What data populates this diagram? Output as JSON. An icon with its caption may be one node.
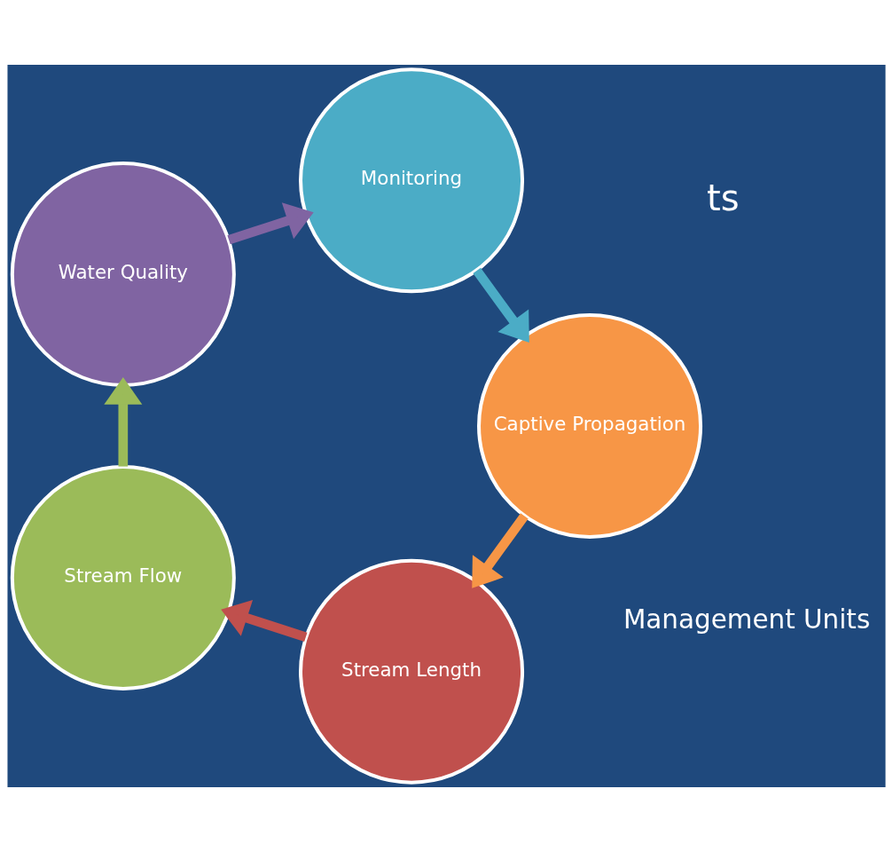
{
  "diagram": {
    "nodes": [
      {
        "text": [
          "Stream Length"
        ]
      },
      {
        "text": [
          "Stream Flow"
        ]
      },
      {
        "text": [
          "Water Quality"
        ]
      },
      {
        "text": [
          "Monitoring"
        ]
      },
      {
        "text": [
          "Captive Propagation"
        ]
      }
    ],
    "edges": [
      {
        "from": 0,
        "to": 1,
        "arrow": "to",
        "color": "#c0504d"
      },
      {
        "from": 1,
        "to": 2,
        "arrow": "to",
        "color": "#9bbb59"
      },
      {
        "from": 2,
        "to": 3,
        "arrow": "to",
        "color": "#8064a2"
      },
      {
        "from": 3,
        "to": 4,
        "arrow": "to",
        "color": "#4bacc6"
      },
      {
        "from": 4,
        "to": 0,
        "arrow": "to",
        "color": "#f79646"
      }
    ],
    "labels": [
      "ts",
      "Management Units"
    ]
  }
}
